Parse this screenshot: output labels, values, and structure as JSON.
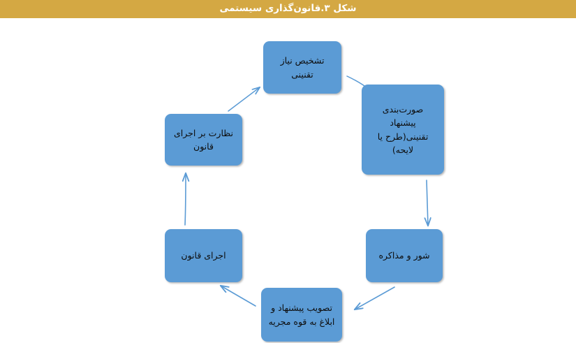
{
  "figure": {
    "caption": "شکل ۳.قانون‌گذاری سیستمی",
    "caption_bar_color": "#d4a843",
    "caption_text_color": "#ffffff",
    "background_color": "#ffffff"
  },
  "diagram": {
    "type": "cycle",
    "node_fill_color": "#5b9bd5",
    "node_text_color": "#0d0d0d",
    "connector_color": "#5b9bd5",
    "direction": "rtl",
    "nodes": [
      {
        "id": "need",
        "label": "تشخیص نیاز\nتقنینی",
        "position": "top"
      },
      {
        "id": "formulate",
        "label": "صورت‌بندی\nپیشنهاد\nتقنینی(طرح یا\nلایحه)",
        "position": "upper-right"
      },
      {
        "id": "deliberate",
        "label": "شور و مذاکره",
        "position": "lower-right"
      },
      {
        "id": "approve",
        "label": "تصویب پیشنهاد و\nابلاغ به قوه مجریه",
        "position": "bottom"
      },
      {
        "id": "implement",
        "label": "اجرای قانون",
        "position": "lower-left"
      },
      {
        "id": "oversight",
        "label": "نظارت بر اجرای\nقانون",
        "position": "upper-left"
      }
    ],
    "connectors": [
      {
        "id": "need-to-formulate",
        "from": "need",
        "to": "formulate",
        "style": "curve",
        "arrowhead": false
      },
      {
        "id": "formulate-to-deliberate",
        "from": "formulate",
        "to": "deliberate",
        "style": "line",
        "arrowhead": true
      },
      {
        "id": "deliberate-to-approve",
        "from": "deliberate",
        "to": "approve",
        "style": "line",
        "arrowhead": true
      },
      {
        "id": "approve-to-implement",
        "from": "approve",
        "to": "implement",
        "style": "line",
        "arrowhead": true
      },
      {
        "id": "implement-to-oversight",
        "from": "implement",
        "to": "oversight",
        "style": "line",
        "arrowhead": true
      },
      {
        "id": "oversight-to-need",
        "from": "oversight",
        "to": "need",
        "style": "line",
        "arrowhead": true
      }
    ]
  }
}
